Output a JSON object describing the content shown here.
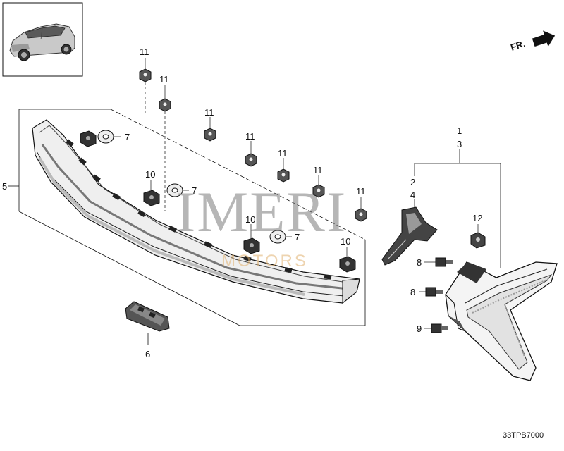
{
  "orientation_label": "FR.",
  "diagram_code": "33TPB7000",
  "watermark": {
    "main": "IMERI",
    "sub": "MOTORS"
  },
  "vehicle_thumbnail": {
    "icon": "car-thumbnail-icon"
  },
  "callouts": {
    "c1": "1",
    "c2": "2",
    "c3": "3",
    "c4": "4",
    "c5": "5",
    "c6": "6",
    "c7a": "7",
    "c7b": "7",
    "c7c": "7",
    "c8a": "8",
    "c8b": "8",
    "c9": "9",
    "c10a": "10",
    "c10b": "10",
    "c10c": "10",
    "c11a": "11",
    "c11b": "11",
    "c11c": "11",
    "c11d": "11",
    "c11e": "11",
    "c11f": "11",
    "c11g": "11",
    "c12": "12"
  },
  "colors": {
    "line": "#111111",
    "grey": "#8c8c8c",
    "watermark": "#7a7a7a",
    "watermark_sub": "#e0b070"
  }
}
